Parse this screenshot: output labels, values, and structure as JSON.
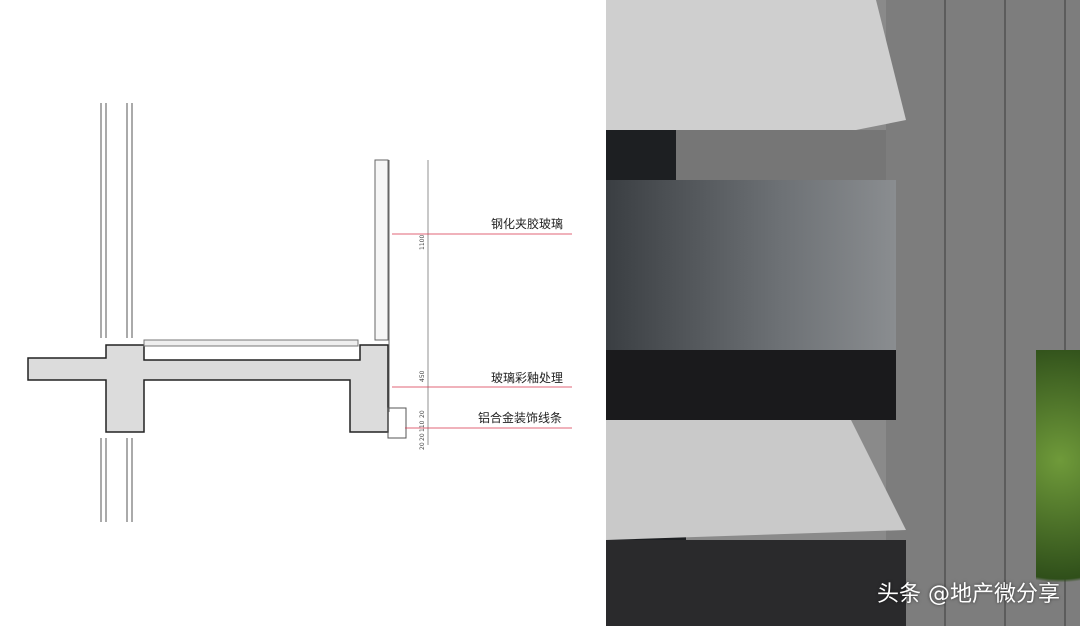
{
  "drawing": {
    "labels": [
      "钢化夹胶玻璃",
      "玻璃彩釉处理",
      "铝合金装饰线条"
    ],
    "dimensions": [
      "1100",
      "450",
      "20",
      "110",
      "20",
      "20"
    ],
    "leader_color": "#d9324a"
  },
  "photo": {
    "watermark": "头条 @地产微分享"
  }
}
